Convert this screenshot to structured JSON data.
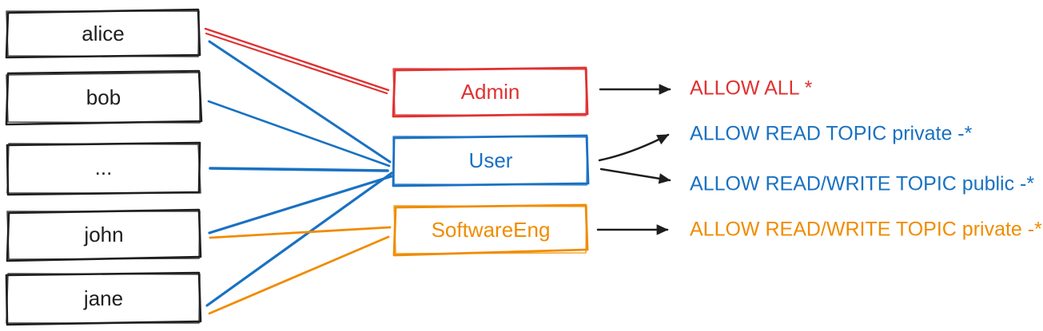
{
  "diagram": {
    "title": "users to roles to ACL permissions mapping",
    "colors": {
      "ink": "#1e1e1e",
      "red": "#e03131",
      "blue": "#1971c2",
      "orange": "#f08c00",
      "background": "#ffffff"
    },
    "users": [
      {
        "label": "alice"
      },
      {
        "label": "bob"
      },
      {
        "label": "..."
      },
      {
        "label": "john"
      },
      {
        "label": "jane"
      }
    ],
    "roles": [
      {
        "label": "Admin",
        "color": "#e03131"
      },
      {
        "label": "User",
        "color": "#1971c2"
      },
      {
        "label": "SoftwareEng",
        "color": "#f08c00"
      }
    ],
    "permissions": [
      {
        "text": "ALLOW ALL *",
        "color": "#e03131",
        "role": "Admin"
      },
      {
        "text": "ALLOW READ TOPIC private -*",
        "color": "#1971c2",
        "role": "User"
      },
      {
        "text": "ALLOW READ/WRITE TOPIC public -*",
        "color": "#1971c2",
        "role": "User"
      },
      {
        "text": "ALLOW READ/WRITE TOPIC private -*",
        "color": "#f08c00",
        "role": "SoftwareEng"
      }
    ],
    "edges": [
      {
        "from": "alice",
        "to": "Admin",
        "color": "#e03131"
      },
      {
        "from": "alice",
        "to": "User",
        "color": "#1971c2"
      },
      {
        "from": "bob",
        "to": "User",
        "color": "#1971c2"
      },
      {
        "from": "...",
        "to": "User",
        "color": "#1971c2"
      },
      {
        "from": "john",
        "to": "User",
        "color": "#1971c2"
      },
      {
        "from": "john",
        "to": "SoftwareEng",
        "color": "#f08c00"
      },
      {
        "from": "jane",
        "to": "User",
        "color": "#1971c2"
      },
      {
        "from": "jane",
        "to": "SoftwareEng",
        "color": "#f08c00"
      }
    ]
  }
}
